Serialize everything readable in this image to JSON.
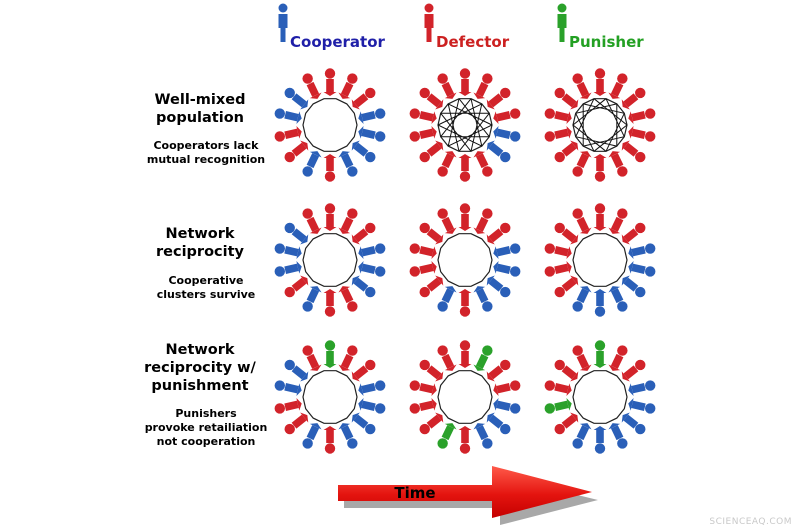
{
  "colors": {
    "cooperator": "#2a5fb8",
    "defector": "#d2232a",
    "punisher": "#2aa12a",
    "cooperator_text": "#1f1fa8",
    "defector_text": "#cc2020",
    "punisher_text": "#23a023",
    "arrow_light": "#ff5a4a",
    "arrow_dark": "#c40000"
  },
  "legend": [
    {
      "label": "Cooperator",
      "type": "cooperator"
    },
    {
      "label": "Defector",
      "type": "defector"
    },
    {
      "label": "Punisher",
      "type": "punisher"
    }
  ],
  "rows": [
    {
      "title": [
        "Well-mixed",
        "population"
      ],
      "description": [
        "Cooperators lack",
        "mutual recognition"
      ],
      "well_mixed": true,
      "panels": [
        [
          "D",
          "D",
          "D",
          "C",
          "C",
          "C",
          "C",
          "D",
          "C",
          "D",
          "D",
          "C",
          "C",
          "D"
        ],
        [
          "D",
          "D",
          "D",
          "D",
          "C",
          "C",
          "D",
          "D",
          "D",
          "D",
          "D",
          "D",
          "D",
          "D"
        ],
        [
          "D",
          "D",
          "D",
          "D",
          "D",
          "D",
          "D",
          "D",
          "D",
          "D",
          "D",
          "D",
          "D",
          "D"
        ]
      ]
    },
    {
      "title": [
        "Network",
        "reciprocity"
      ],
      "description": [
        "Cooperative",
        "clusters survive"
      ],
      "well_mixed": false,
      "panels": [
        [
          "D",
          "D",
          "D",
          "C",
          "C",
          "C",
          "D",
          "D",
          "C",
          "D",
          "C",
          "C",
          "C",
          "D"
        ],
        [
          "D",
          "D",
          "D",
          "C",
          "C",
          "C",
          "C",
          "D",
          "C",
          "D",
          "D",
          "D",
          "D",
          "D"
        ],
        [
          "D",
          "D",
          "D",
          "C",
          "C",
          "C",
          "C",
          "C",
          "C",
          "D",
          "D",
          "D",
          "D",
          "D"
        ]
      ]
    },
    {
      "title": [
        "Network",
        "reciprocity w/",
        "punishment"
      ],
      "description": [
        "Punishers",
        "provoke retailiation",
        "not cooperation"
      ],
      "well_mixed": false,
      "panels": [
        [
          "P",
          "D",
          "D",
          "C",
          "C",
          "C",
          "C",
          "D",
          "C",
          "D",
          "D",
          "C",
          "C",
          "D"
        ],
        [
          "D",
          "P",
          "D",
          "D",
          "C",
          "C",
          "C",
          "D",
          "P",
          "D",
          "D",
          "D",
          "D",
          "D"
        ],
        [
          "P",
          "D",
          "D",
          "C",
          "C",
          "C",
          "C",
          "C",
          "C",
          "D",
          "P",
          "D",
          "D",
          "D"
        ]
      ]
    }
  ],
  "time_arrow": {
    "label": "Time"
  },
  "watermark": "SCIENCEAQ.COM"
}
